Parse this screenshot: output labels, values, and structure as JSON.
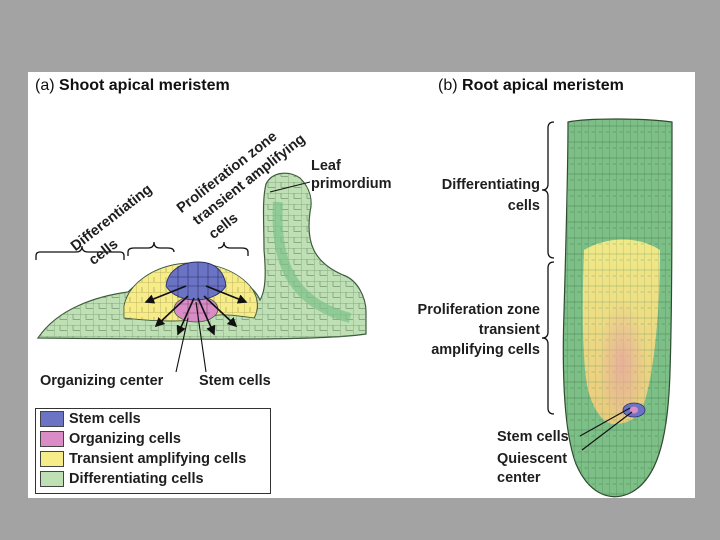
{
  "panel_a": {
    "letter": "(a)",
    "title": "Shoot apical meristem",
    "labels": {
      "differentiating_1": "Differentiating",
      "differentiating_2": "cells",
      "prolif_1": "Proliferation zone",
      "prolif_2": "transient amplifying",
      "prolif_3": "cells",
      "leaf_1": "Leaf",
      "leaf_2": "primordium",
      "organizing_center": "Organizing center",
      "stem_cells": "Stem cells"
    }
  },
  "panel_b": {
    "letter": "(b)",
    "title": "Root apical meristem",
    "labels": {
      "differentiating_1": "Differentiating",
      "differentiating_2": "cells",
      "prolif_1": "Proliferation zone",
      "prolif_2": "transient",
      "prolif_3": "amplifying cells",
      "stem_cells": "Stem cells",
      "quiescent_1": "Quiescent",
      "quiescent_2": "center"
    }
  },
  "legend": [
    {
      "label": "Stem cells",
      "color": "#6b74c4"
    },
    {
      "label": "Organizing cells",
      "color": "#d98cc6"
    },
    {
      "label": "Transient amplifying cells",
      "color": "#f6ec88"
    },
    {
      "label": "Differentiating cells",
      "color": "#bfe0b5"
    }
  ],
  "colors": {
    "differentiating": "#bfe0b5",
    "differentiating_dark": "#7cc087",
    "transient": "#f6ec88",
    "stem": "#6b74c4",
    "organizing": "#d98cc6",
    "root_center": "#e8b880"
  }
}
